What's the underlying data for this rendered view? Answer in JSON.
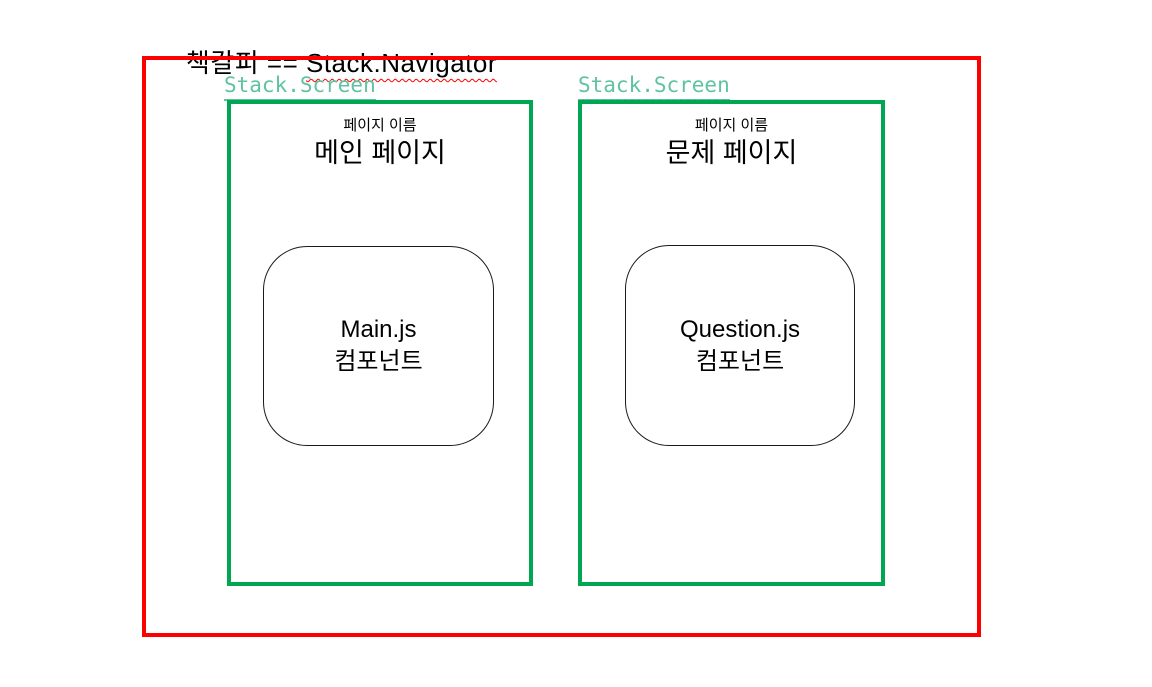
{
  "title": {
    "prefix": "책갈피 == ",
    "term": "Stack.Navigator"
  },
  "screens": [
    {
      "label": "Stack.Screen",
      "page_name_caption": "페이지 이름",
      "page_name": "메인 페이지",
      "component_name": "Main.js",
      "component_caption": "컴포넌트"
    },
    {
      "label": "Stack.Screen",
      "page_name_caption": "페이지 이름",
      "page_name": "문제 페이지",
      "component_name": "Question.js",
      "component_caption": "컴포넌트"
    }
  ],
  "colors": {
    "navigator_border": "#FF0000",
    "screen_border": "#00A651",
    "screen_label": "#5FC3A3",
    "component_border": "#1A1A1A",
    "squiggle": "#FF0000",
    "text": "#000000"
  }
}
